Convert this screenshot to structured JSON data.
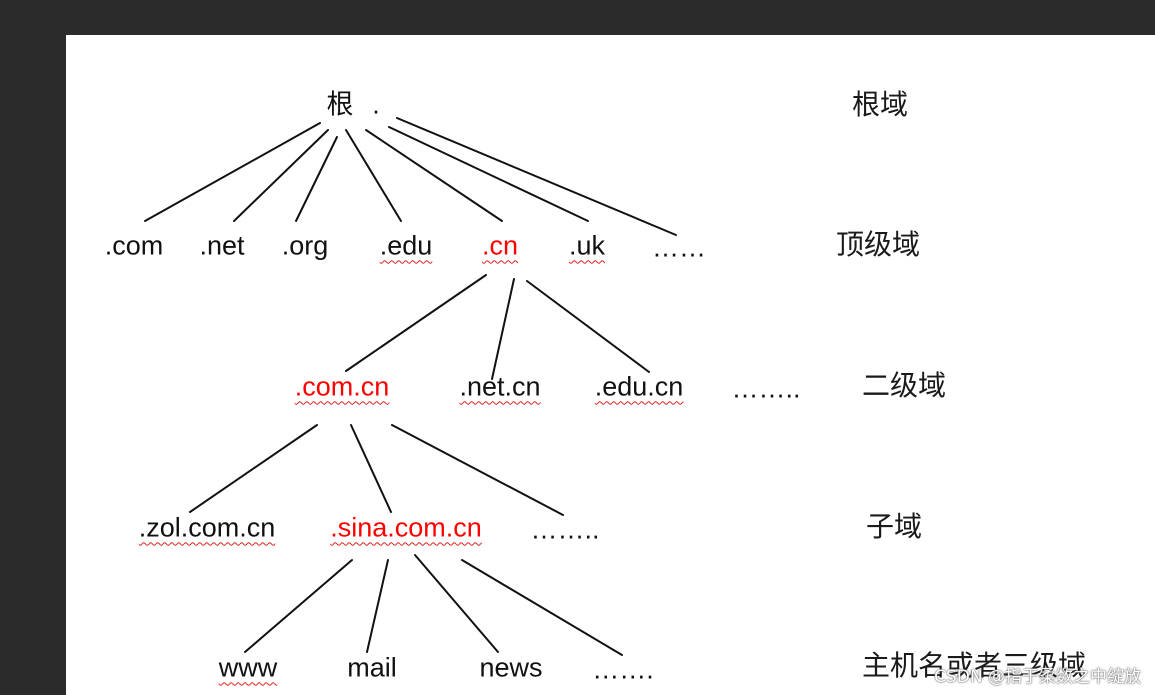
{
  "diagram": {
    "nodes": {
      "root_char": "根",
      "root_dot": ".",
      "com": ".com",
      "net": ".net",
      "org": ".org",
      "edu": ".edu",
      "cn": ".cn",
      "uk": ".uk",
      "top_more": "……",
      "com_cn": ".com.cn",
      "net_cn": ".net.cn",
      "edu_cn": ".edu.cn",
      "second_more": "……..",
      "zol": ".zol.com.cn",
      "sina": ".sina.com.cn",
      "sub_more": "……..",
      "www": "www",
      "mail": "mail",
      "news": "news",
      "host_more": "……."
    },
    "levels": {
      "root": "根域",
      "top": "顶级域",
      "second": "二级域",
      "sub": "子域",
      "host": "主机名或者三级域"
    },
    "highlight_color": "#ff0000",
    "text_color": "#111111",
    "line_color": "#111111"
  },
  "watermark": "CSDN @指于柔数之中绽放"
}
